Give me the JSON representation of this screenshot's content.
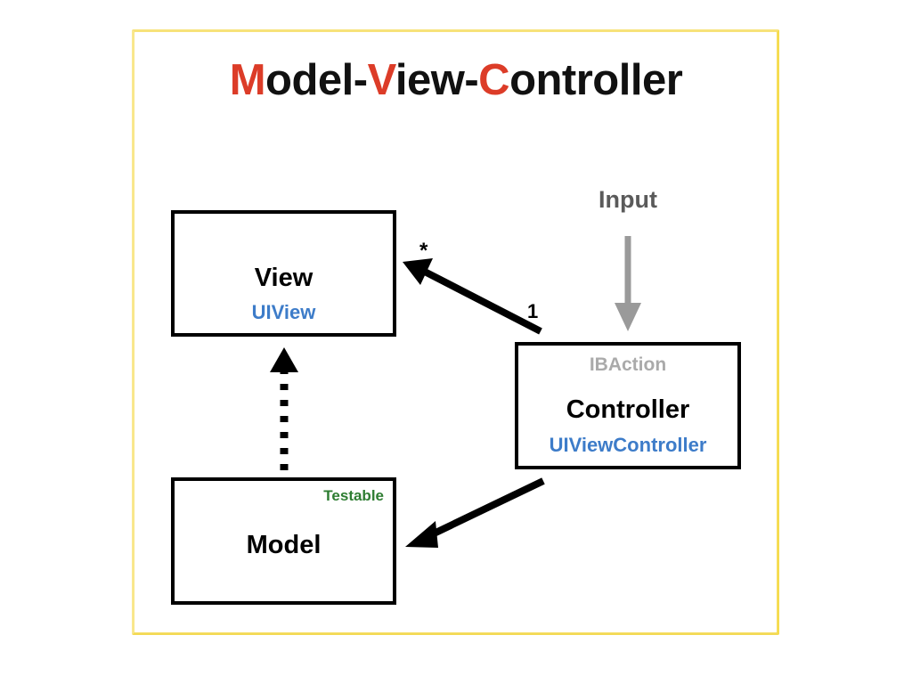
{
  "slide": {
    "title_parts": [
      {
        "text": "M",
        "accent": true
      },
      {
        "text": "odel-",
        "accent": false
      },
      {
        "text": "V",
        "accent": true
      },
      {
        "text": "iew-",
        "accent": false
      },
      {
        "text": "C",
        "accent": true
      },
      {
        "text": "ontroller",
        "accent": false
      }
    ],
    "title_plain": "Model-View-Controller",
    "frame_color": "#f5dc4e",
    "accent_color": "#dc3c28"
  },
  "nodes": {
    "view": {
      "title": "View",
      "subtitle": "UIView",
      "subtitle_color": "#3d7cc9"
    },
    "controller": {
      "caption": "IBAction",
      "caption_color": "#aaaaaa",
      "title": "Controller",
      "subtitle": "UIViewController",
      "subtitle_color": "#3d7cc9"
    },
    "model": {
      "badge": "Testable",
      "badge_color": "#2e7d32",
      "title": "Model"
    }
  },
  "edges": {
    "input": {
      "label": "Input",
      "color": "#9a9a9a",
      "label_color": "#5a5a5a"
    },
    "controller_to_view": {
      "source_multiplicity": "1",
      "target_multiplicity": "*",
      "style": "solid",
      "color": "#000000"
    },
    "model_to_view": {
      "style": "dotted",
      "color": "#000000"
    },
    "controller_to_model": {
      "style": "solid",
      "color": "#000000"
    }
  }
}
